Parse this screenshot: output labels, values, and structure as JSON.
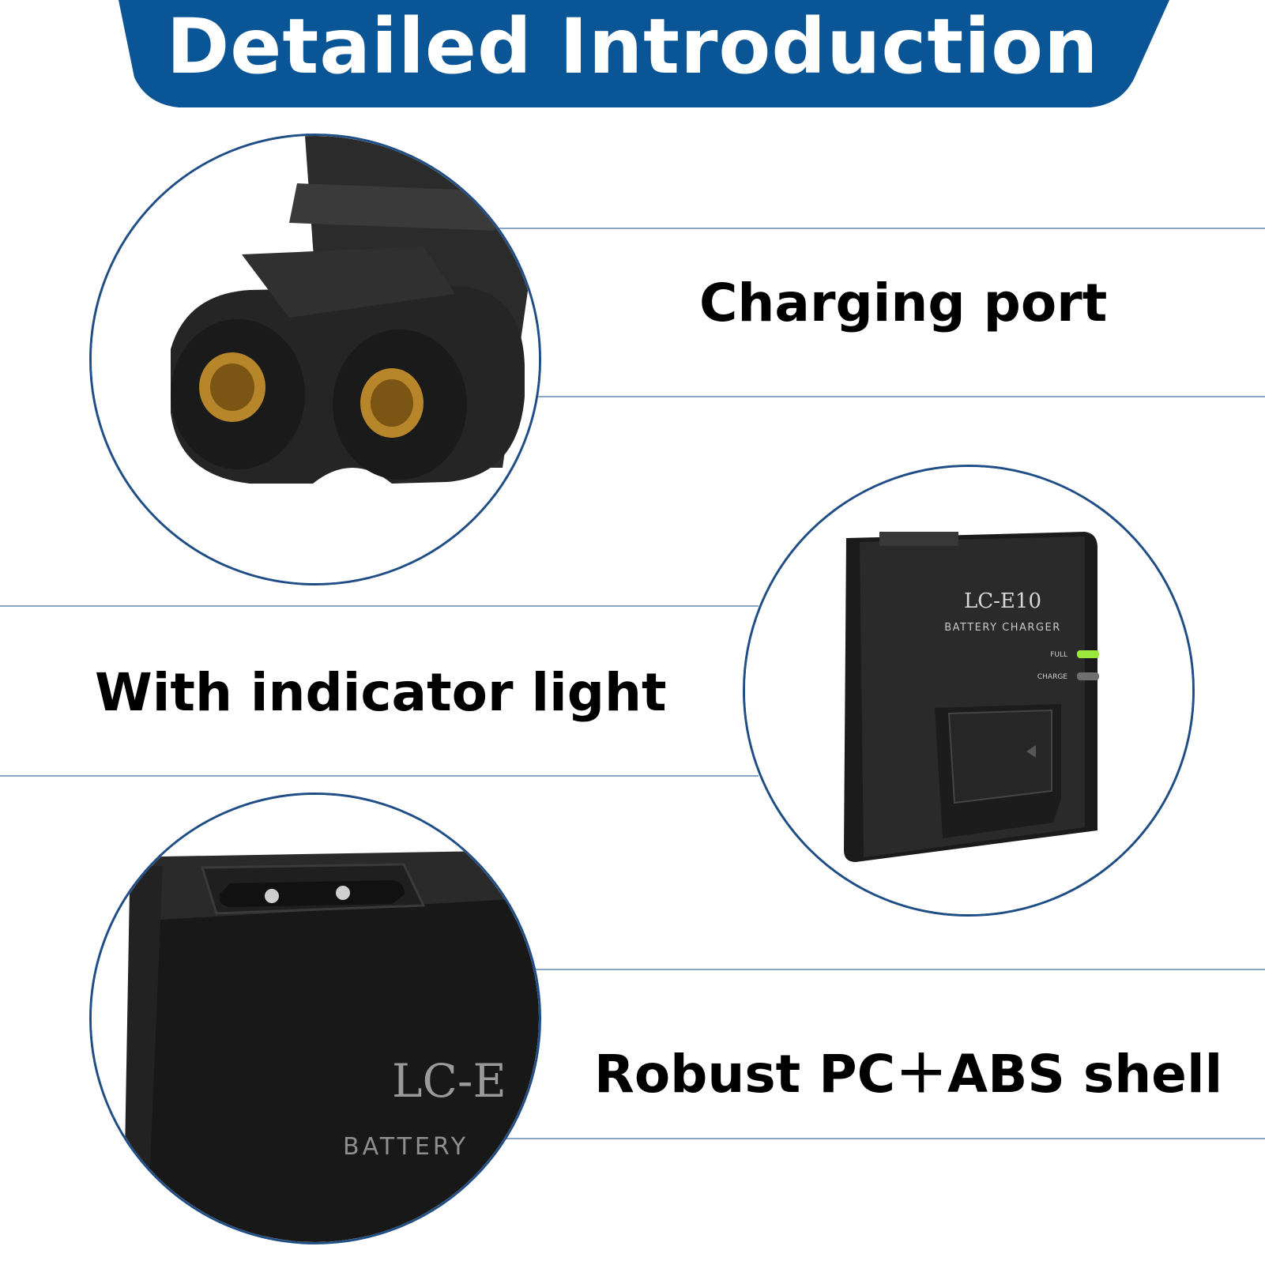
{
  "header": {
    "title": "Detailed Introduction",
    "banner_color": "#0a5596"
  },
  "features": [
    {
      "label": "Charging port",
      "icon": "figure-8-plug-icon"
    },
    {
      "label": "With indicator light",
      "icon": "battery-charger-icon"
    },
    {
      "label": "Robust PC＋ABS shell",
      "icon": "charger-shell-icon"
    }
  ],
  "charger": {
    "model": "LC-E10",
    "subtitle": "BATTERY CHARGER",
    "indicator_full": "FULL",
    "indicator_charge": "CHARGE",
    "full_led_color": "#9be83c"
  },
  "shell_closeup": {
    "model_partial": "LC-E",
    "subtitle_partial": "BATTERY"
  },
  "colors": {
    "circle_border": "#1f4e86",
    "rule": "#8aa6c2",
    "text": "#000000"
  }
}
